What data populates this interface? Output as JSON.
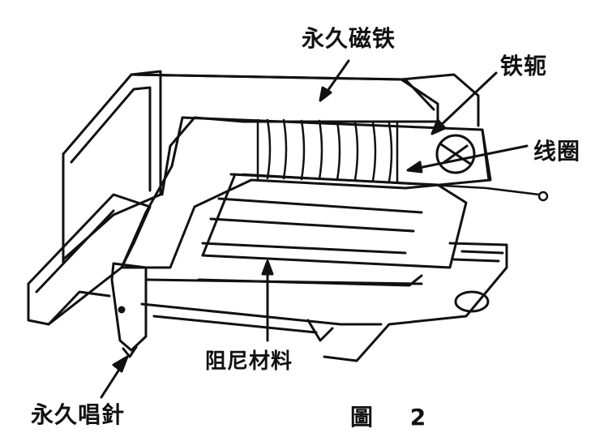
{
  "labels": {
    "permanent_magnet": "永久磁铁",
    "iron_yoke": "铁轭",
    "coil": "线圈",
    "damping_material": "阻尼材料",
    "permanent_stylus": "永久唱針",
    "figure": "圖 2"
  },
  "colors": {
    "ink": "#111111",
    "paper": "#ffffff"
  }
}
